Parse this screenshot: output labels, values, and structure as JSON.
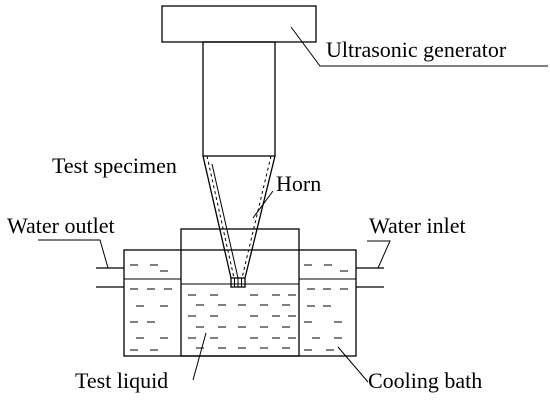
{
  "labels": {
    "ultrasonic_generator": "Ultrasonic generator",
    "test_specimen": "Test specimen",
    "horn": "Horn",
    "water_outlet": "Water outlet",
    "water_inlet": "Water inlet",
    "test_liquid": "Test liquid",
    "cooling_bath": "Cooling bath"
  },
  "colors": {
    "stroke": "#000000",
    "background": "#ffffff"
  }
}
